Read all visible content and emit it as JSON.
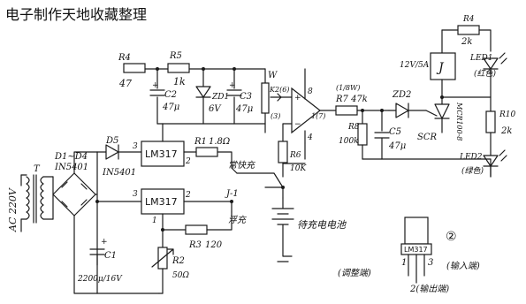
{
  "title": "电子制作天地收藏整理",
  "labels": {
    "r4_top": "R4",
    "r4_top_val": "2k",
    "r4": "R4",
    "r4_val": "47",
    "r5": "R5",
    "r5_val": "1k",
    "w": "W",
    "c2": "C2",
    "c2_val": "47μ",
    "zd1": "ZD1",
    "zd1_val": "6V",
    "c3": "C3",
    "c3_val": "47μ",
    "k2": "K2(6)",
    "k3": "(3)",
    "pin8": "8",
    "pin1": "1(7)",
    "pin4": "4",
    "r7": "(1/8W)",
    "r7_val": "R7 47k",
    "r8": "R8",
    "r8_val": "100k",
    "c5": "C5",
    "c5_val": "47μ",
    "zd2": "ZD2",
    "relay_v": "12V/5A",
    "relay": "J",
    "led1": "LED1",
    "led1_note": "(红色)",
    "led2": "LED2",
    "led2_note": "(绿色)",
    "r10": "R10",
    "r10_val": "2k",
    "scr": "SCR",
    "mcr": "MCR100-8",
    "d1d4": "D1~D4",
    "d1d4_val": "IN5401",
    "d5": "D5",
    "d5_val": "IN5401",
    "t": "T",
    "ac": "AC 220V",
    "lm317a": "LM317",
    "lm317b": "LM317",
    "pin3a": "3",
    "pin2a": "2",
    "pin3b": "3",
    "pin2b": "2",
    "pin1b": "1",
    "r1": "R1",
    "r1_val": "1.8Ω",
    "r6": "R6",
    "r6_val": "10K",
    "switch_fast": "常快充",
    "j1": "J-1",
    "switch_float": "浮充",
    "battery": "待充电电池",
    "c1": "C1",
    "c1_val": "2200μ/16V",
    "r3": "R3",
    "r3_val": "120",
    "r2": "R2",
    "r2_val": "50Ω",
    "pinout_chip": "LM317",
    "pinout_circle": "②",
    "pinout_1": "1",
    "pinout_3": "3",
    "pinout_adj": "(调整端)",
    "pinout_in": "(输入端)",
    "pinout_out": "2(输出端)"
  }
}
